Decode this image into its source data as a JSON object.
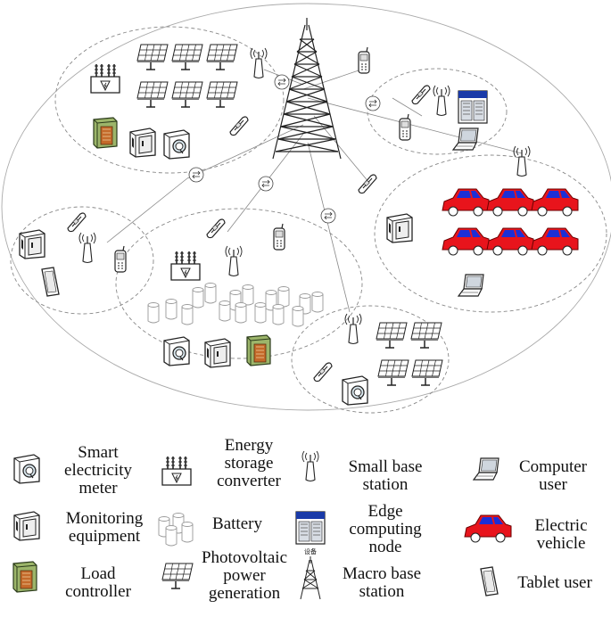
{
  "legend": {
    "smart_meter": [
      "Smart",
      "electricity",
      "meter"
    ],
    "energy_storage": [
      "Energy",
      "storage",
      "converter"
    ],
    "small_base": [
      "Small base",
      "station"
    ],
    "computer_user": [
      "Computer",
      "user"
    ],
    "monitoring": [
      "Monitoring",
      "equipment"
    ],
    "battery": [
      "Battery"
    ],
    "edge_node": [
      "Edge",
      "computing",
      "node"
    ],
    "electric_vehicle": [
      "Electric",
      "vehicle"
    ],
    "load_controller": [
      "Load",
      "controller"
    ],
    "pv": [
      "Photovoltaic",
      "power",
      "generation"
    ],
    "macro_base": [
      "Macro base",
      "station"
    ],
    "tablet_user": [
      "Tablet user"
    ]
  },
  "edge_node_caption": "设备",
  "colors": {
    "car_red": "#e8141c",
    "car_blue": "#1c2fd6",
    "controller_green": "#9cb56a",
    "edge_blue": "#1a3aa8"
  },
  "icons": [
    "smart-meter-icon",
    "converter-icon",
    "small-base-station-icon",
    "computer-icon",
    "monitoring-equipment-icon",
    "battery-icon",
    "edge-node-icon",
    "electric-vehicle-icon",
    "load-controller-icon",
    "solar-panel-icon",
    "macro-tower-icon",
    "tablet-icon",
    "phone-icon",
    "mobile-phone-icon",
    "router-icon"
  ]
}
